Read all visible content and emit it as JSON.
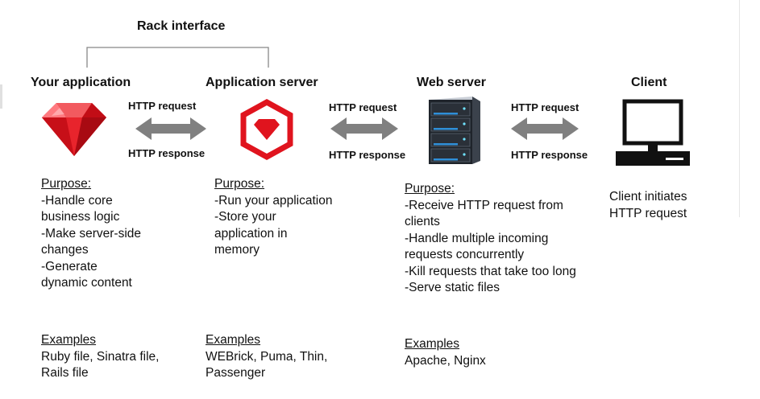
{
  "rack": {
    "label": "Rack interface"
  },
  "columns": [
    {
      "title": "Your application",
      "icon": "ruby-gem-icon",
      "purpose_label": "Purpose:",
      "purpose": [
        "-Handle core",
        "business logic",
        "-Make server-side",
        "changes",
        "-Generate",
        "dynamic content"
      ],
      "examples_label": "Examples",
      "examples": [
        "Ruby file, Sinatra file,",
        "Rails file"
      ]
    },
    {
      "title": "Application server",
      "icon": "hexagon-gem-logo-icon",
      "purpose_label": "Purpose:",
      "purpose": [
        "-Run your application",
        "-Store your",
        "application in",
        "memory"
      ],
      "examples_label": "Examples",
      "examples": [
        "WEBrick, Puma, Thin,",
        "Passenger"
      ]
    },
    {
      "title": "Web server",
      "icon": "server-rack-icon",
      "purpose_label": "Purpose:",
      "purpose": [
        "-Receive HTTP request from",
        "clients",
        "-Handle multiple incoming",
        "requests concurrently",
        "-Kill requests that take too long",
        "-Serve static files"
      ],
      "examples_label": "Examples",
      "examples": [
        "Apache, Nginx"
      ]
    },
    {
      "title": "Client",
      "icon": "computer-monitor-icon",
      "description": [
        "Client initiates",
        "HTTP request"
      ]
    }
  ],
  "connections": [
    {
      "request": "HTTP request",
      "response": "HTTP response"
    },
    {
      "request": "HTTP request",
      "response": "HTTP response"
    },
    {
      "request": "HTTP request",
      "response": "HTTP response"
    }
  ],
  "colors": {
    "ruby_red": "#e0141e",
    "arrow_gray": "#808080",
    "server_blue": "#2f8fd8",
    "text": "#111111"
  }
}
